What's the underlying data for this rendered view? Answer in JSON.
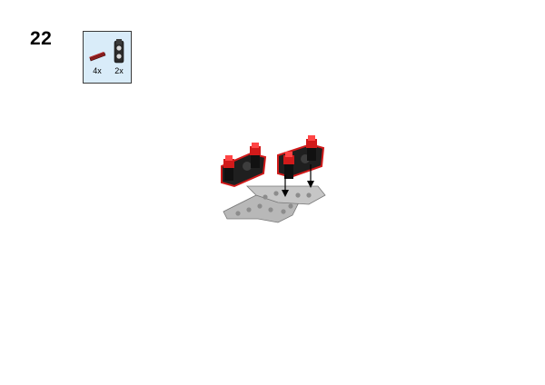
{
  "step": {
    "number": "22"
  },
  "parts_list": {
    "items": [
      {
        "icon": "axle-pin-icon",
        "color": "#8b1d1d",
        "count": "4x"
      },
      {
        "icon": "cross-block-icon",
        "color": "#2b2b2b",
        "count": "2x"
      }
    ]
  },
  "colors": {
    "callout_background": "#d9ecf9",
    "pin_red": "#d11a1a",
    "beam_gray": "#b8b8b8",
    "block_black": "#1f1f1f"
  }
}
